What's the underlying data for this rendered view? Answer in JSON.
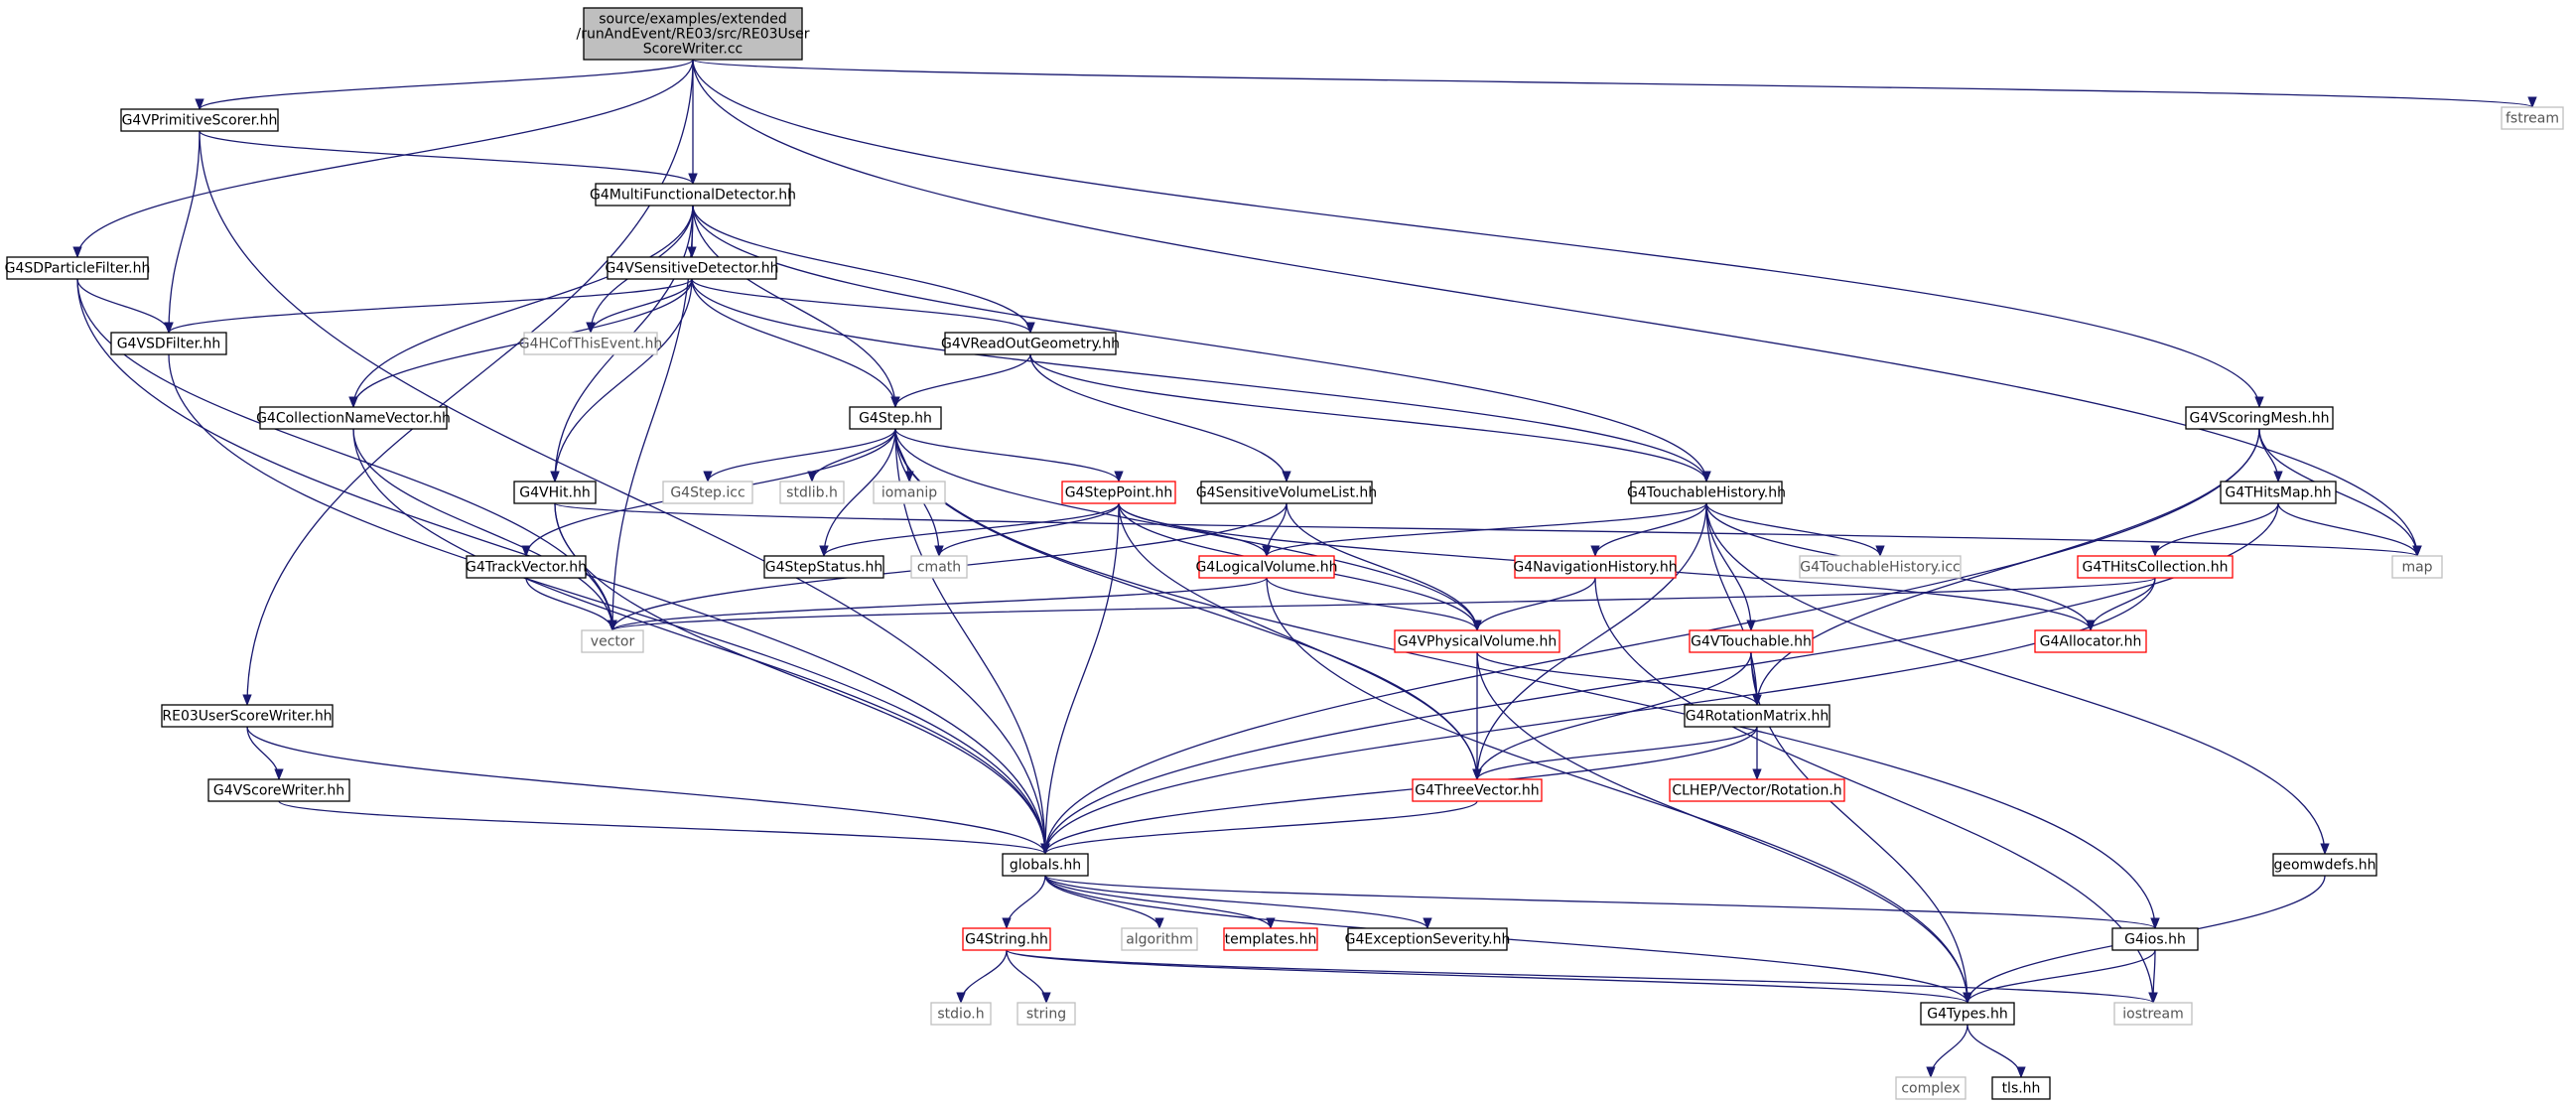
{
  "colors": {
    "edge": "#191970",
    "root_fill": "#bfbfbf",
    "border_normal": "#000000",
    "border_truncated": "#ff0000",
    "border_system": "#bfbfbf",
    "text_system": "#555555"
  },
  "nodes": [
    {
      "id": "root",
      "lines": [
        "source/examples/extended",
        "/runAndEvent/RE03/src/RE03User",
        "ScoreWriter.cc"
      ],
      "style": "root"
    },
    {
      "id": "fstream",
      "lines": [
        "fstream"
      ],
      "style": "system"
    },
    {
      "id": "G4VPrimitiveScorer",
      "lines": [
        "G4VPrimitiveScorer.hh"
      ],
      "style": "normal"
    },
    {
      "id": "G4MultiFunctionalDetector",
      "lines": [
        "G4MultiFunctionalDetector.hh"
      ],
      "style": "normal"
    },
    {
      "id": "G4SDParticleFilter",
      "lines": [
        "G4SDParticleFilter.hh"
      ],
      "style": "normal"
    },
    {
      "id": "G4VSDFilter",
      "lines": [
        "G4VSDFilter.hh"
      ],
      "style": "normal"
    },
    {
      "id": "G4VSensitiveDetector",
      "lines": [
        "G4VSensitiveDetector.hh"
      ],
      "style": "normal"
    },
    {
      "id": "G4HCofThisEvent",
      "lines": [
        "G4HCofThisEvent.hh"
      ],
      "style": "system"
    },
    {
      "id": "G4VReadOutGeometry",
      "lines": [
        "G4VReadOutGeometry.hh"
      ],
      "style": "normal"
    },
    {
      "id": "G4CollectionNameVector",
      "lines": [
        "G4CollectionNameVector.hh"
      ],
      "style": "normal"
    },
    {
      "id": "G4Step",
      "lines": [
        "G4Step.hh"
      ],
      "style": "normal"
    },
    {
      "id": "G4VScoringMesh",
      "lines": [
        "G4VScoringMesh.hh"
      ],
      "style": "normal"
    },
    {
      "id": "G4VHit",
      "lines": [
        "G4VHit.hh"
      ],
      "style": "normal"
    },
    {
      "id": "G4Stepicc",
      "lines": [
        "G4Step.icc"
      ],
      "style": "system"
    },
    {
      "id": "stdlib",
      "lines": [
        "stdlib.h"
      ],
      "style": "system"
    },
    {
      "id": "iomanip",
      "lines": [
        "iomanip"
      ],
      "style": "system"
    },
    {
      "id": "G4StepPoint",
      "lines": [
        "G4StepPoint.hh"
      ],
      "style": "truncated"
    },
    {
      "id": "G4SensitiveVolumeList",
      "lines": [
        "G4SensitiveVolumeList.hh"
      ],
      "style": "normal"
    },
    {
      "id": "G4TouchableHistory",
      "lines": [
        "G4TouchableHistory.hh"
      ],
      "style": "normal"
    },
    {
      "id": "G4THitsMap",
      "lines": [
        "G4THitsMap.hh"
      ],
      "style": "normal"
    },
    {
      "id": "G4TrackVector",
      "lines": [
        "G4TrackVector.hh"
      ],
      "style": "normal"
    },
    {
      "id": "G4StepStatus",
      "lines": [
        "G4StepStatus.hh"
      ],
      "style": "normal"
    },
    {
      "id": "cmath",
      "lines": [
        "cmath"
      ],
      "style": "system"
    },
    {
      "id": "G4LogicalVolume",
      "lines": [
        "G4LogicalVolume.hh"
      ],
      "style": "truncated"
    },
    {
      "id": "G4NavigationHistory",
      "lines": [
        "G4NavigationHistory.hh"
      ],
      "style": "truncated"
    },
    {
      "id": "G4TouchableHistoryicc",
      "lines": [
        "G4TouchableHistory.icc"
      ],
      "style": "system"
    },
    {
      "id": "G4THitsCollection",
      "lines": [
        "G4THitsCollection.hh"
      ],
      "style": "truncated"
    },
    {
      "id": "map",
      "lines": [
        "map"
      ],
      "style": "system"
    },
    {
      "id": "vector",
      "lines": [
        "vector"
      ],
      "style": "system"
    },
    {
      "id": "G4VPhysicalVolume",
      "lines": [
        "G4VPhysicalVolume.hh"
      ],
      "style": "truncated"
    },
    {
      "id": "G4VTouchable",
      "lines": [
        "G4VTouchable.hh"
      ],
      "style": "truncated"
    },
    {
      "id": "G4Allocator",
      "lines": [
        "G4Allocator.hh"
      ],
      "style": "truncated"
    },
    {
      "id": "RE03UserScoreWriter",
      "lines": [
        "RE03UserScoreWriter.hh"
      ],
      "style": "normal"
    },
    {
      "id": "G4RotationMatrix",
      "lines": [
        "G4RotationMatrix.hh"
      ],
      "style": "normal"
    },
    {
      "id": "G4VScoreWriter",
      "lines": [
        "G4VScoreWriter.hh"
      ],
      "style": "normal"
    },
    {
      "id": "G4ThreeVector",
      "lines": [
        "G4ThreeVector.hh"
      ],
      "style": "truncated"
    },
    {
      "id": "CLHEPRotation",
      "lines": [
        "CLHEP/Vector/Rotation.h"
      ],
      "style": "truncated"
    },
    {
      "id": "globals",
      "lines": [
        "globals.hh"
      ],
      "style": "normal"
    },
    {
      "id": "geomwdefs",
      "lines": [
        "geomwdefs.hh"
      ],
      "style": "normal"
    },
    {
      "id": "G4String",
      "lines": [
        "G4String.hh"
      ],
      "style": "truncated"
    },
    {
      "id": "algorithm",
      "lines": [
        "algorithm"
      ],
      "style": "system"
    },
    {
      "id": "templates",
      "lines": [
        "templates.hh"
      ],
      "style": "truncated"
    },
    {
      "id": "G4ExceptionSeverity",
      "lines": [
        "G4ExceptionSeverity.hh"
      ],
      "style": "normal"
    },
    {
      "id": "G4ios",
      "lines": [
        "G4ios.hh"
      ],
      "style": "normal"
    },
    {
      "id": "stdio",
      "lines": [
        "stdio.h"
      ],
      "style": "system"
    },
    {
      "id": "string",
      "lines": [
        "string"
      ],
      "style": "system"
    },
    {
      "id": "G4Types",
      "lines": [
        "G4Types.hh"
      ],
      "style": "normal"
    },
    {
      "id": "iostream",
      "lines": [
        "iostream"
      ],
      "style": "system"
    },
    {
      "id": "complex",
      "lines": [
        "complex"
      ],
      "style": "system"
    },
    {
      "id": "tls",
      "lines": [
        "tls.hh"
      ],
      "style": "normal"
    }
  ],
  "edges": [
    [
      "root",
      "fstream"
    ],
    [
      "root",
      "G4VPrimitiveScorer"
    ],
    [
      "root",
      "G4MultiFunctionalDetector"
    ],
    [
      "root",
      "G4SDParticleFilter"
    ],
    [
      "root",
      "RE03UserScoreWriter"
    ],
    [
      "root",
      "G4VScoringMesh"
    ],
    [
      "root",
      "map"
    ],
    [
      "G4VPrimitiveScorer",
      "G4MultiFunctionalDetector"
    ],
    [
      "G4VPrimitiveScorer",
      "G4VSDFilter"
    ],
    [
      "G4VPrimitiveScorer",
      "globals"
    ],
    [
      "G4SDParticleFilter",
      "G4VSDFilter"
    ],
    [
      "G4SDParticleFilter",
      "vector"
    ],
    [
      "G4SDParticleFilter",
      "globals"
    ],
    [
      "G4VSDFilter",
      "globals"
    ],
    [
      "G4MultiFunctionalDetector",
      "G4VSensitiveDetector"
    ],
    [
      "G4MultiFunctionalDetector",
      "G4HCofThisEvent"
    ],
    [
      "G4MultiFunctionalDetector",
      "G4VReadOutGeometry"
    ],
    [
      "G4MultiFunctionalDetector",
      "G4CollectionNameVector"
    ],
    [
      "G4MultiFunctionalDetector",
      "G4Step"
    ],
    [
      "G4MultiFunctionalDetector",
      "G4VHit"
    ],
    [
      "G4MultiFunctionalDetector",
      "G4TouchableHistory"
    ],
    [
      "G4MultiFunctionalDetector",
      "vector"
    ],
    [
      "G4VSensitiveDetector",
      "G4VSDFilter"
    ],
    [
      "G4VSensitiveDetector",
      "G4HCofThisEvent"
    ],
    [
      "G4VSensitiveDetector",
      "G4VReadOutGeometry"
    ],
    [
      "G4VSensitiveDetector",
      "G4CollectionNameVector"
    ],
    [
      "G4VSensitiveDetector",
      "G4Step"
    ],
    [
      "G4VSensitiveDetector",
      "G4VHit"
    ],
    [
      "G4VSensitiveDetector",
      "G4TouchableHistory"
    ],
    [
      "G4VReadOutGeometry",
      "G4Step"
    ],
    [
      "G4VReadOutGeometry",
      "G4SensitiveVolumeList"
    ],
    [
      "G4VReadOutGeometry",
      "G4TouchableHistory"
    ],
    [
      "G4CollectionNameVector",
      "vector"
    ],
    [
      "G4CollectionNameVector",
      "globals"
    ],
    [
      "G4Step",
      "G4Stepicc"
    ],
    [
      "G4Step",
      "stdlib"
    ],
    [
      "G4Step",
      "iomanip"
    ],
    [
      "G4Step",
      "G4StepPoint"
    ],
    [
      "G4Step",
      "G4TrackVector"
    ],
    [
      "G4Step",
      "G4StepStatus"
    ],
    [
      "G4Step",
      "cmath"
    ],
    [
      "G4Step",
      "G4VPhysicalVolume"
    ],
    [
      "G4Step",
      "G4ThreeVector"
    ],
    [
      "G4Step",
      "globals"
    ],
    [
      "G4Step",
      "G4ios"
    ],
    [
      "G4VHit",
      "vector"
    ],
    [
      "G4VHit",
      "globals"
    ],
    [
      "G4VHit",
      "map"
    ],
    [
      "G4TrackVector",
      "vector"
    ],
    [
      "G4StepPoint",
      "G4StepStatus"
    ],
    [
      "G4StepPoint",
      "cmath"
    ],
    [
      "G4StepPoint",
      "G4LogicalVolume"
    ],
    [
      "G4StepPoint",
      "G4VPhysicalVolume"
    ],
    [
      "G4StepPoint",
      "G4ThreeVector"
    ],
    [
      "G4StepPoint",
      "globals"
    ],
    [
      "G4StepPoint",
      "G4Allocator"
    ],
    [
      "G4SensitiveVolumeList",
      "G4LogicalVolume"
    ],
    [
      "G4SensitiveVolumeList",
      "G4VPhysicalVolume"
    ],
    [
      "G4SensitiveVolumeList",
      "vector"
    ],
    [
      "G4TouchableHistory",
      "G4LogicalVolume"
    ],
    [
      "G4TouchableHistory",
      "G4NavigationHistory"
    ],
    [
      "G4TouchableHistory",
      "G4TouchableHistoryicc"
    ],
    [
      "G4TouchableHistory",
      "G4VTouchable"
    ],
    [
      "G4TouchableHistory",
      "G4Allocator"
    ],
    [
      "G4TouchableHistory",
      "G4RotationMatrix"
    ],
    [
      "G4TouchableHistory",
      "G4ThreeVector"
    ],
    [
      "G4TouchableHistory",
      "geomwdefs"
    ],
    [
      "G4LogicalVolume",
      "vector"
    ],
    [
      "G4LogicalVolume",
      "G4VPhysicalVolume"
    ],
    [
      "G4LogicalVolume",
      "G4Types"
    ],
    [
      "G4NavigationHistory",
      "G4VPhysicalVolume"
    ],
    [
      "G4NavigationHistory",
      "iostream"
    ],
    [
      "G4VScoringMesh",
      "G4THitsMap"
    ],
    [
      "G4VScoringMesh",
      "map"
    ],
    [
      "G4VScoringMesh",
      "G4RotationMatrix"
    ],
    [
      "G4VScoringMesh",
      "globals"
    ],
    [
      "G4THitsMap",
      "G4THitsCollection"
    ],
    [
      "G4THitsMap",
      "map"
    ],
    [
      "G4THitsMap",
      "globals"
    ],
    [
      "G4THitsCollection",
      "G4Allocator"
    ],
    [
      "G4THitsCollection",
      "vector"
    ],
    [
      "G4THitsCollection",
      "globals"
    ],
    [
      "G4VPhysicalVolume",
      "G4RotationMatrix"
    ],
    [
      "G4VPhysicalVolume",
      "G4ThreeVector"
    ],
    [
      "G4VPhysicalVolume",
      "G4Types"
    ],
    [
      "G4VTouchable",
      "G4RotationMatrix"
    ],
    [
      "G4VTouchable",
      "G4ThreeVector"
    ],
    [
      "G4VTouchable",
      "G4Types"
    ],
    [
      "G4RotationMatrix",
      "CLHEPRotation"
    ],
    [
      "G4RotationMatrix",
      "G4ThreeVector"
    ],
    [
      "G4RotationMatrix",
      "globals"
    ],
    [
      "G4ThreeVector",
      "globals"
    ],
    [
      "RE03UserScoreWriter",
      "G4VScoreWriter"
    ],
    [
      "RE03UserScoreWriter",
      "globals"
    ],
    [
      "G4VScoreWriter",
      "globals"
    ],
    [
      "geomwdefs",
      "G4Types"
    ],
    [
      "globals",
      "G4String"
    ],
    [
      "globals",
      "algorithm"
    ],
    [
      "globals",
      "templates"
    ],
    [
      "globals",
      "G4ExceptionSeverity"
    ],
    [
      "globals",
      "G4ios"
    ],
    [
      "globals",
      "G4Types"
    ],
    [
      "G4String",
      "stdio"
    ],
    [
      "G4String",
      "string"
    ],
    [
      "G4String",
      "G4Types"
    ],
    [
      "G4String",
      "iostream"
    ],
    [
      "G4ios",
      "G4Types"
    ],
    [
      "G4ios",
      "iostream"
    ],
    [
      "G4Types",
      "complex"
    ],
    [
      "G4Types",
      "tls"
    ]
  ]
}
